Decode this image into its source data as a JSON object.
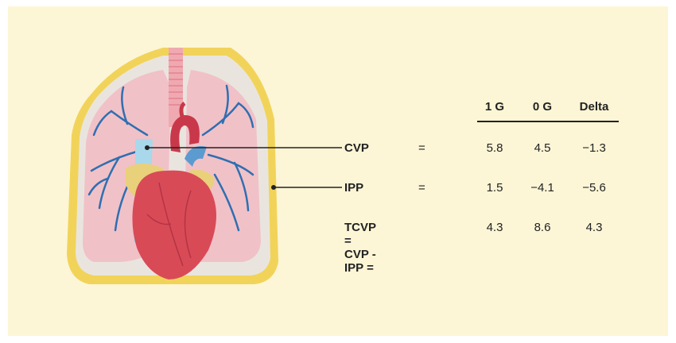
{
  "columns": [
    "1 G",
    "0 G",
    "Delta"
  ],
  "rows": [
    {
      "label": "CVP",
      "eq": "=",
      "values": [
        "5.8",
        "4.5",
        "−1.3"
      ]
    },
    {
      "label": "IPP",
      "eq": "=",
      "values": [
        "1.5",
        "−4.1",
        "−5.6"
      ]
    },
    {
      "label": "TCVP = CVP - IPP =",
      "eq": "",
      "values": [
        "4.3",
        "8.6",
        "4.3"
      ]
    }
  ],
  "colors": {
    "background": "#fcf6d6",
    "pleura_outer": "#f2d35a",
    "pleura_inner": "#e9e5de",
    "lung": "#f1c1c8",
    "vessels": "#2f6fb0",
    "heart": "#d94a57",
    "fat": "#e9d07a"
  }
}
